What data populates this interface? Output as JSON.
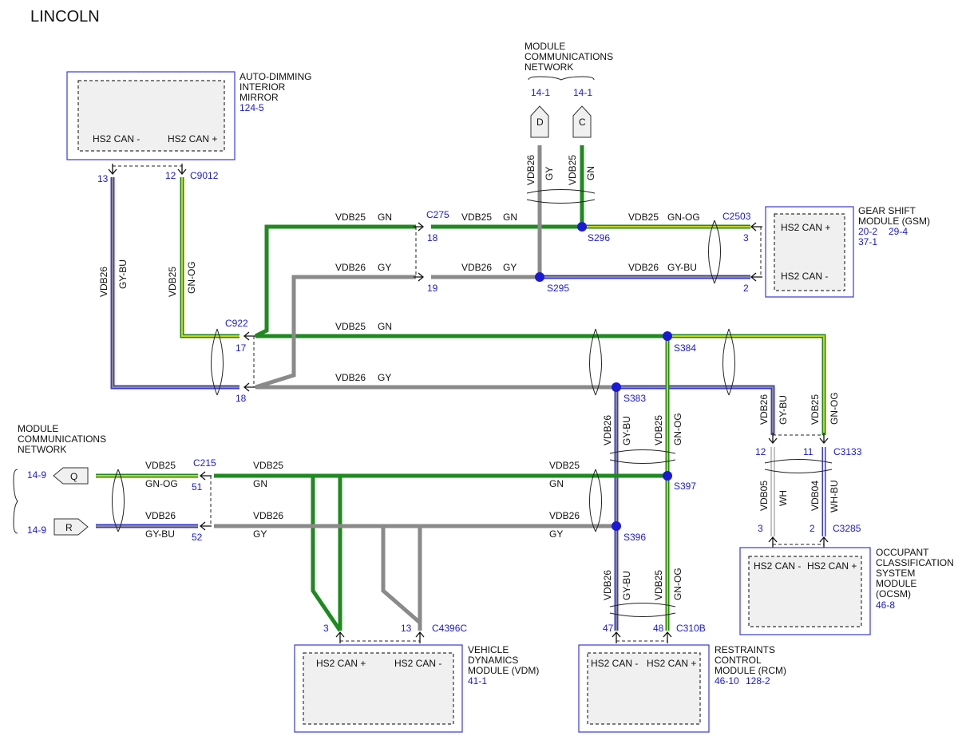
{
  "title": "LINCOLN",
  "colors": {
    "green": "#1f8a1f",
    "green_yellow": "#9ab81e",
    "gray": "#8a8a8a",
    "blue": "#3a3ad8",
    "splice": "#1a1ad6",
    "white": "#ffffff"
  },
  "modules": {
    "mirror": {
      "name": [
        "AUTO-DIMMING",
        "INTERIOR",
        "MIRROR"
      ],
      "ref": "124-5",
      "pin_left": "HS2 CAN -",
      "pin_right": "HS2 CAN +",
      "conn": "C9012",
      "pin_a": "13",
      "pin_b": "12"
    },
    "gsm": {
      "name": [
        "GEAR SHIFT",
        "MODULE (GSM)"
      ],
      "refs": [
        "20-2",
        "29-4",
        "37-1"
      ],
      "pin_top": "HS2 CAN +",
      "pin_bottom": "HS2 CAN -",
      "conn": "C2503",
      "pin_a": "3",
      "pin_b": "2"
    },
    "ocsm": {
      "name": [
        "OCCUPANT",
        "CLASSIFICATION",
        "SYSTEM",
        "MODULE",
        "(OCSM)"
      ],
      "ref": "46-8",
      "pin_left": "HS2 CAN -",
      "pin_right": "HS2 CAN +",
      "conn": "C3285",
      "pin_a": "3",
      "pin_b": "2"
    },
    "vdm": {
      "name": [
        "VEHICLE",
        "DYNAMICS",
        "MODULE (VDM)"
      ],
      "ref": "41-1",
      "pin_left": "HS2 CAN +",
      "pin_right": "HS2 CAN -",
      "conn": "C4396C",
      "pin_a": "3",
      "pin_b": "13"
    },
    "rcm": {
      "name": [
        "RESTRAINTS",
        "CONTROL",
        "MODULE (RCM)"
      ],
      "refs": [
        "46-10",
        "128-2"
      ],
      "pin_left": "HS2 CAN -",
      "pin_right": "HS2 CAN +",
      "conn": "C310B",
      "pin_a": "47",
      "pin_b": "48"
    }
  },
  "networks": {
    "top": {
      "label": [
        "MODULE",
        "COMMUNICATIONS",
        "NETWORK"
      ],
      "ref_d": "14-1",
      "ref_c": "14-1",
      "flag_d": "D",
      "flag_c": "C"
    },
    "left": {
      "label": [
        "MODULE",
        "COMMUNICATIONS",
        "NETWORK"
      ],
      "ref_q": "14-9",
      "ref_r": "14-9",
      "flag_q": "Q",
      "flag_r": "R"
    }
  },
  "connectors": {
    "c275": {
      "name": "C275",
      "pin_a": "18",
      "pin_b": "19"
    },
    "c922": {
      "name": "C922",
      "pin_a": "17",
      "pin_b": "18"
    },
    "c215": {
      "name": "C215",
      "pin_a": "51",
      "pin_b": "52"
    },
    "c3133": {
      "name": "C3133",
      "pin_a": "12",
      "pin_b": "11"
    }
  },
  "splices": {
    "s296": "S296",
    "s295": "S295",
    "s384": "S384",
    "s383": "S383",
    "s397": "S397",
    "s396": "S396"
  },
  "wire_labels": {
    "vdb25": "VDB25",
    "vdb26": "VDB26",
    "vdb05": "VDB05",
    "vdb04": "VDB04",
    "gn": "GN",
    "gy": "GY",
    "gn_og": "GN-OG",
    "gy_bu": "GY-BU",
    "wh": "WH",
    "wh_bu": "WH-BU"
  }
}
